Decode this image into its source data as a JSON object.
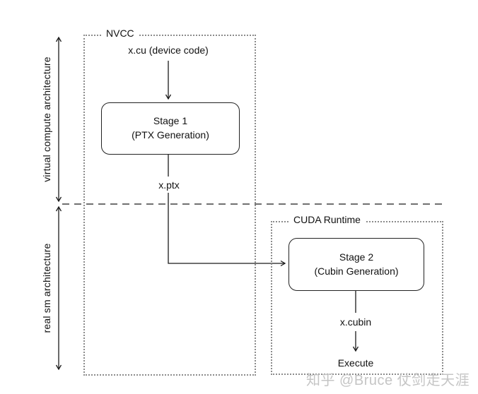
{
  "colors": {
    "border_gray": "#8c8c8c",
    "line_black": "#1a1a1a",
    "text": "#111111",
    "watermark_gray": "#c5c5c5"
  },
  "left_axis": {
    "top_label": "virtual compute architecture",
    "bottom_label": "real sm architecture"
  },
  "nvcc": {
    "label": "NVCC",
    "input": "x.cu (device code)",
    "stage1": {
      "title": "Stage 1",
      "subtitle": "(PTX Generation)"
    },
    "output": "x.ptx"
  },
  "cuda_runtime": {
    "label": "CUDA Runtime",
    "stage2": {
      "title": "Stage 2",
      "subtitle": "(Cubin Generation)"
    },
    "output": "x.cubin",
    "execute": "Execute"
  },
  "watermark": "知乎 @Bruce 仗剑走天涯"
}
